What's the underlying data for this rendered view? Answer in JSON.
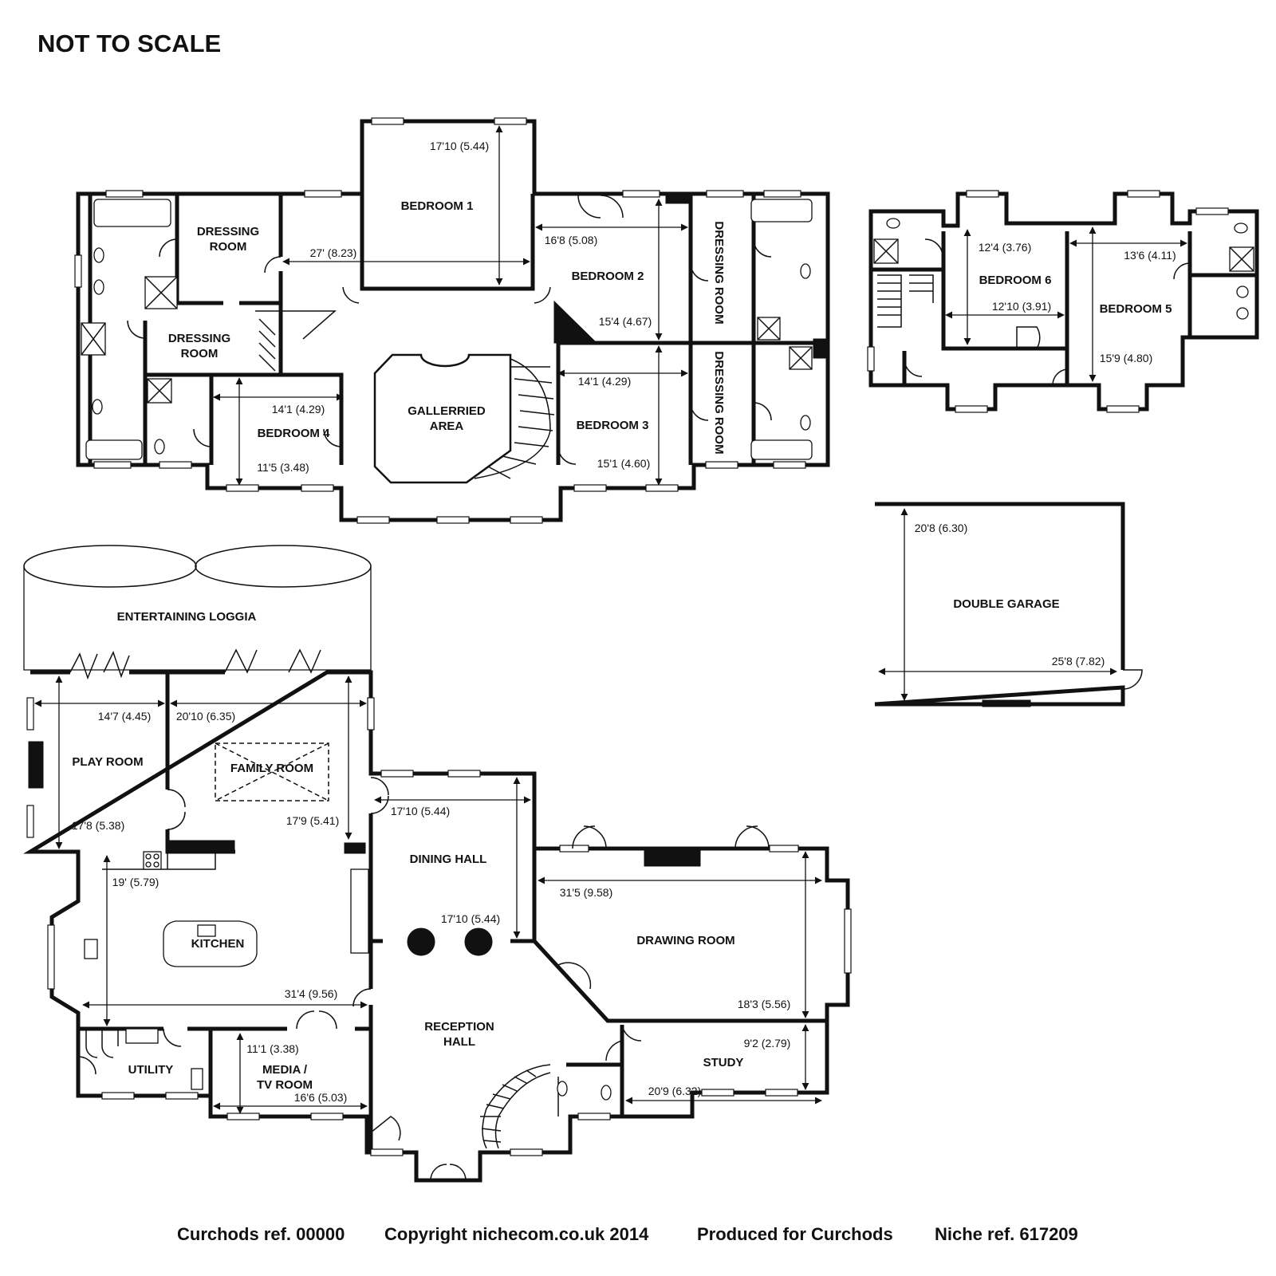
{
  "header": {
    "scale_note": "NOT TO SCALE"
  },
  "first_floor": {
    "rooms": {
      "bedroom1": "BEDROOM 1",
      "bedroom2": "BEDROOM 2",
      "bedroom3": "BEDROOM 3",
      "bedroom4": "BEDROOM 4",
      "dressing1_l1": "DRESSING",
      "dressing1_l2": "ROOM",
      "dressing2_l1": "DRESSING",
      "dressing2_l2": "ROOM",
      "dressing3": "DRESSING ROOM",
      "dressing4": "DRESSING ROOM",
      "gallery_l1": "GALLERRIED",
      "gallery_l2": "AREA"
    },
    "dims": {
      "b1_depth": "17'10 (5.44)",
      "b1_width": "27' (8.23)",
      "b2_width": "16'8 (5.08)",
      "b2_depth": "15'4 (4.67)",
      "b3_width": "14'1 (4.29)",
      "b3_depth": "15'1 (4.60)",
      "b4_width": "14'1 (4.29)",
      "b4_depth": "11'5 (3.48)"
    }
  },
  "second_floor": {
    "rooms": {
      "bedroom6": "BEDROOM 6",
      "bedroom5": "BEDROOM 5"
    },
    "dims": {
      "b6_depth": "12'4 (3.76)",
      "b6_width": "12'10 (3.91)",
      "b5_width": "13'6 (4.11)",
      "b5_depth": "15'9 (4.80)"
    }
  },
  "garage": {
    "label": "DOUBLE GARAGE",
    "depth": "20'8 (6.30)",
    "width": "25'8 (7.82)"
  },
  "ground_floor": {
    "rooms": {
      "loggia": "ENTERTAINING LOGGIA",
      "play": "PLAY ROOM",
      "family": "FAMILY ROOM",
      "dining": "DINING HALL",
      "kitchen": "KITCHEN",
      "drawing": "DRAWING ROOM",
      "reception_l1": "RECEPTION",
      "reception_l2": "HALL",
      "study": "STUDY",
      "utility": "UTILITY",
      "media_l1": "MEDIA /",
      "media_l2": "TV ROOM"
    },
    "dims": {
      "play_width": "14'7 (4.45)",
      "play_depth": "17'8 (5.38)",
      "family_width": "20'10 (6.35)",
      "family_depth": "17'9 (5.41)",
      "dining_width": "17'10 (5.44)",
      "dining_depth": "17'10 (5.44)",
      "kitchen_depth": "19' (5.79)",
      "kitchen_width": "31'4 (9.56)",
      "drawing_width": "31'5 (9.58)",
      "drawing_depth": "18'3 (5.56)",
      "study_depth": "9'2 (2.79)",
      "study_width": "20'9 (6.32)",
      "media_depth": "11'1 (3.38)",
      "media_width": "16'6 (5.03)"
    }
  },
  "footer": {
    "ref": "Curchods ref. 00000",
    "copyright": "Copyright nichecom.co.uk 2014",
    "produced": "Produced for Curchods",
    "niche": "Niche ref. 617209"
  }
}
